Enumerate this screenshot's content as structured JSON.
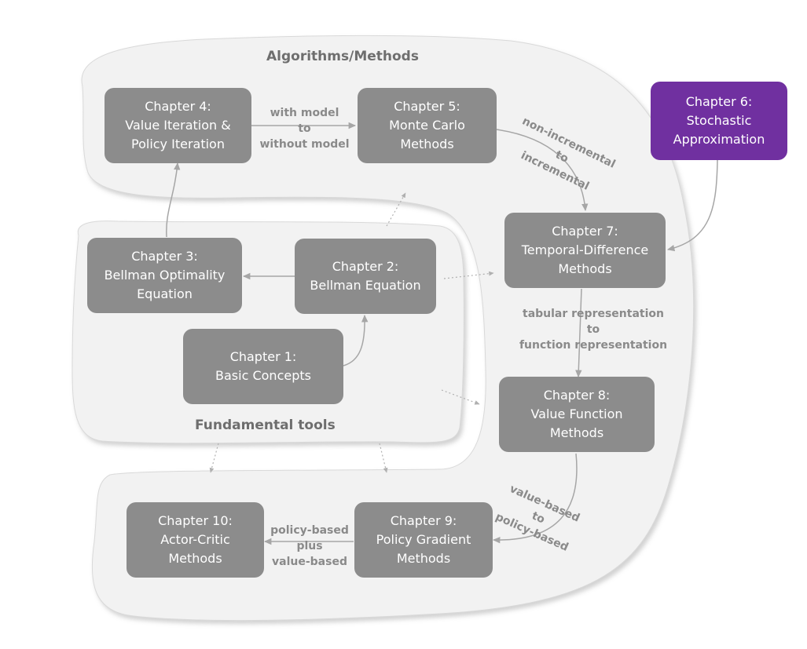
{
  "regions": {
    "algorithms": "Algorithms/Methods",
    "fundamentals": "Fundamental tools"
  },
  "chapters": {
    "ch1": {
      "title": "Chapter 1:",
      "lines": [
        "Basic Concepts"
      ]
    },
    "ch2": {
      "title": "Chapter 2:",
      "lines": [
        "Bellman Equation"
      ]
    },
    "ch3": {
      "title": "Chapter 3:",
      "lines": [
        "Bellman Optimality",
        "Equation"
      ]
    },
    "ch4": {
      "title": "Chapter 4:",
      "lines": [
        "Value Iteration &",
        "Policy Iteration"
      ]
    },
    "ch5": {
      "title": "Chapter 5:",
      "lines": [
        "Monte Carlo",
        "Methods"
      ]
    },
    "ch6": {
      "title": "Chapter 6:",
      "lines": [
        "Stochastic",
        "Approximation"
      ]
    },
    "ch7": {
      "title": "Chapter 7:",
      "lines": [
        "Temporal-Difference",
        "Methods"
      ]
    },
    "ch8": {
      "title": "Chapter 8:",
      "lines": [
        "Value Function",
        "Methods"
      ]
    },
    "ch9": {
      "title": "Chapter 9:",
      "lines": [
        "Policy Gradient",
        "Methods"
      ]
    },
    "ch10": {
      "title": "Chapter 10:",
      "lines": [
        "Actor-Critic",
        "Methods"
      ]
    }
  },
  "edge_labels": {
    "model": [
      "with model",
      "to",
      "without model"
    ],
    "incremental": [
      "non-incremental",
      "to",
      "incremental"
    ],
    "representation": [
      "tabular representation",
      "to",
      "function representation"
    ],
    "value_policy": [
      "value-based",
      "to",
      "policy-based"
    ],
    "actor_critic": [
      "policy-based",
      "plus",
      "value-based"
    ]
  },
  "colors": {
    "box": "#8c8c8c",
    "accent": "#7030a0",
    "region": "#f2f2f2",
    "arrow": "#a6a6a6"
  }
}
